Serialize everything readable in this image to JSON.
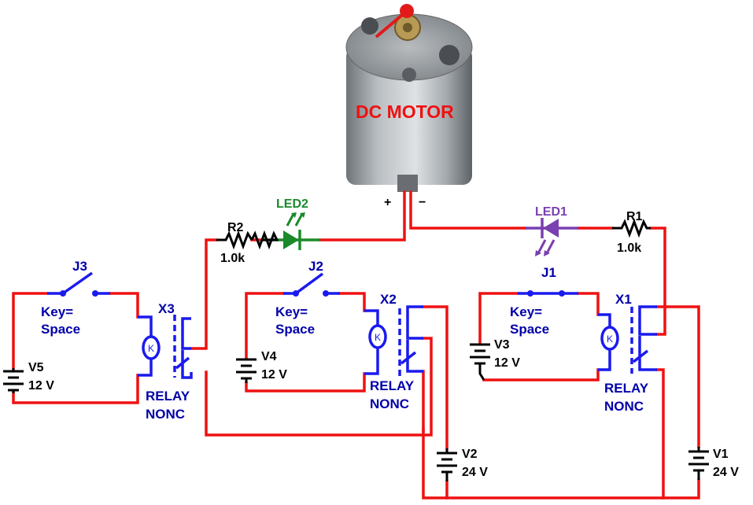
{
  "motor": {
    "label": "DC MOTOR",
    "plus": "+",
    "minus": "−"
  },
  "leds": [
    {
      "id": "LED2",
      "color": "#1a8a2a"
    },
    {
      "id": "LED1",
      "color": "#7a3fb0"
    }
  ],
  "resistors": [
    {
      "id": "R2",
      "value": "1.0k"
    },
    {
      "id": "R1",
      "value": "1.0k"
    }
  ],
  "switches": [
    {
      "id": "J3",
      "key_line1": "Key=",
      "key_line2": "Space"
    },
    {
      "id": "J2",
      "key_line1": "Key=",
      "key_line2": "Space"
    },
    {
      "id": "J1",
      "key_line1": "Key=",
      "key_line2": "Space"
    }
  ],
  "relays": [
    {
      "id": "X3",
      "type_line1": "RELAY",
      "type_line2": "NONC",
      "coil": "K"
    },
    {
      "id": "X2",
      "type_line1": "RELAY",
      "type_line2": "NONC",
      "coil": "K"
    },
    {
      "id": "X1",
      "type_line1": "RELAY",
      "type_line2": "NONC",
      "coil": "K"
    }
  ],
  "batteries": [
    {
      "id": "V5",
      "value": "12 V"
    },
    {
      "id": "V4",
      "value": "12 V"
    },
    {
      "id": "V3",
      "value": "12 V"
    },
    {
      "id": "V2",
      "value": "24 V"
    },
    {
      "id": "V1",
      "value": "24 V"
    }
  ],
  "colors": {
    "wire": "#ee1111",
    "component": "#1a1aee",
    "motor_label": "#ee1111"
  }
}
